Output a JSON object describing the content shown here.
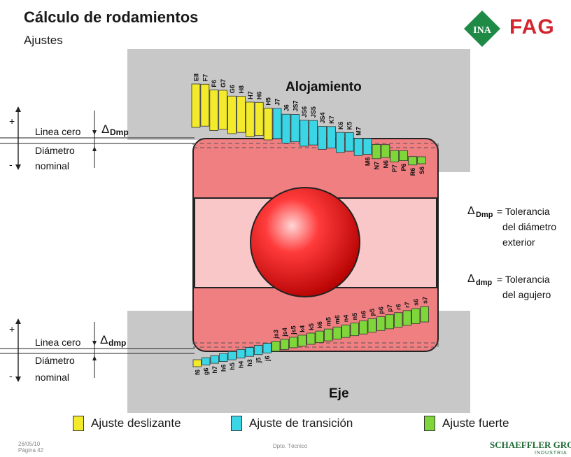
{
  "header": {
    "title": "Cálculo de rodamientos",
    "subtitle": "Ajustes"
  },
  "logos": {
    "ina": "INA",
    "fag": "FAG"
  },
  "labels": {
    "housing": "Alojamiento",
    "shaft": "Eje",
    "zero_line": "Linea cero",
    "diameter_line1": "Diámetro",
    "diameter_line2": "nominal",
    "plus": "+",
    "minus": "-",
    "delta": "Δ",
    "outer_sub": "Dmp",
    "inner_sub": "dmp",
    "def_outer_1": "= Tolerancia",
    "def_outer_2": "del diámetro",
    "def_outer_3": "exterior",
    "def_inner_1": "= Tolerancia",
    "def_inner_2": "del agujero"
  },
  "housing_fits": [
    "E8",
    "F7",
    "F6",
    "G7",
    "G6",
    "H8",
    "H7",
    "H6",
    "H5",
    "J7",
    "J6",
    "JS7",
    "JS6",
    "JS5",
    "JS4",
    "K7",
    "K6",
    "K5",
    "M7",
    "M6",
    "N7",
    "N6",
    "P7",
    "P6",
    "R6",
    "S6"
  ],
  "shaft_fits": [
    "f6",
    "g6",
    "h7",
    "h6",
    "h5",
    "h4",
    "h3",
    "j5",
    "j6",
    "js3",
    "js4",
    "js5",
    "k4",
    "k5",
    "k6",
    "m5",
    "m6",
    "n4",
    "n5",
    "n6",
    "p5",
    "p6",
    "p7",
    "r6",
    "r7",
    "s6",
    "s7"
  ],
  "legend": [
    {
      "label": "Ajuste deslizante",
      "color": "#f2ea2a"
    },
    {
      "label": "Ajuste de transición",
      "color": "#3ad6e6"
    },
    {
      "label": "Ajuste fuerte",
      "color": "#7ed63a"
    }
  ],
  "colors": {
    "slide": "#f2ea2a",
    "transition": "#3ad6e6",
    "interference": "#7ed63a",
    "bearing": "#f28a8a",
    "housing": "#c8c8c8"
  },
  "footer": {
    "date": "26/05/10",
    "page": "Página 42",
    "center": "Dpto. Técnico",
    "brand": "SCHAEFFLER GROU",
    "brand_sub": "INDUSTRIA"
  }
}
